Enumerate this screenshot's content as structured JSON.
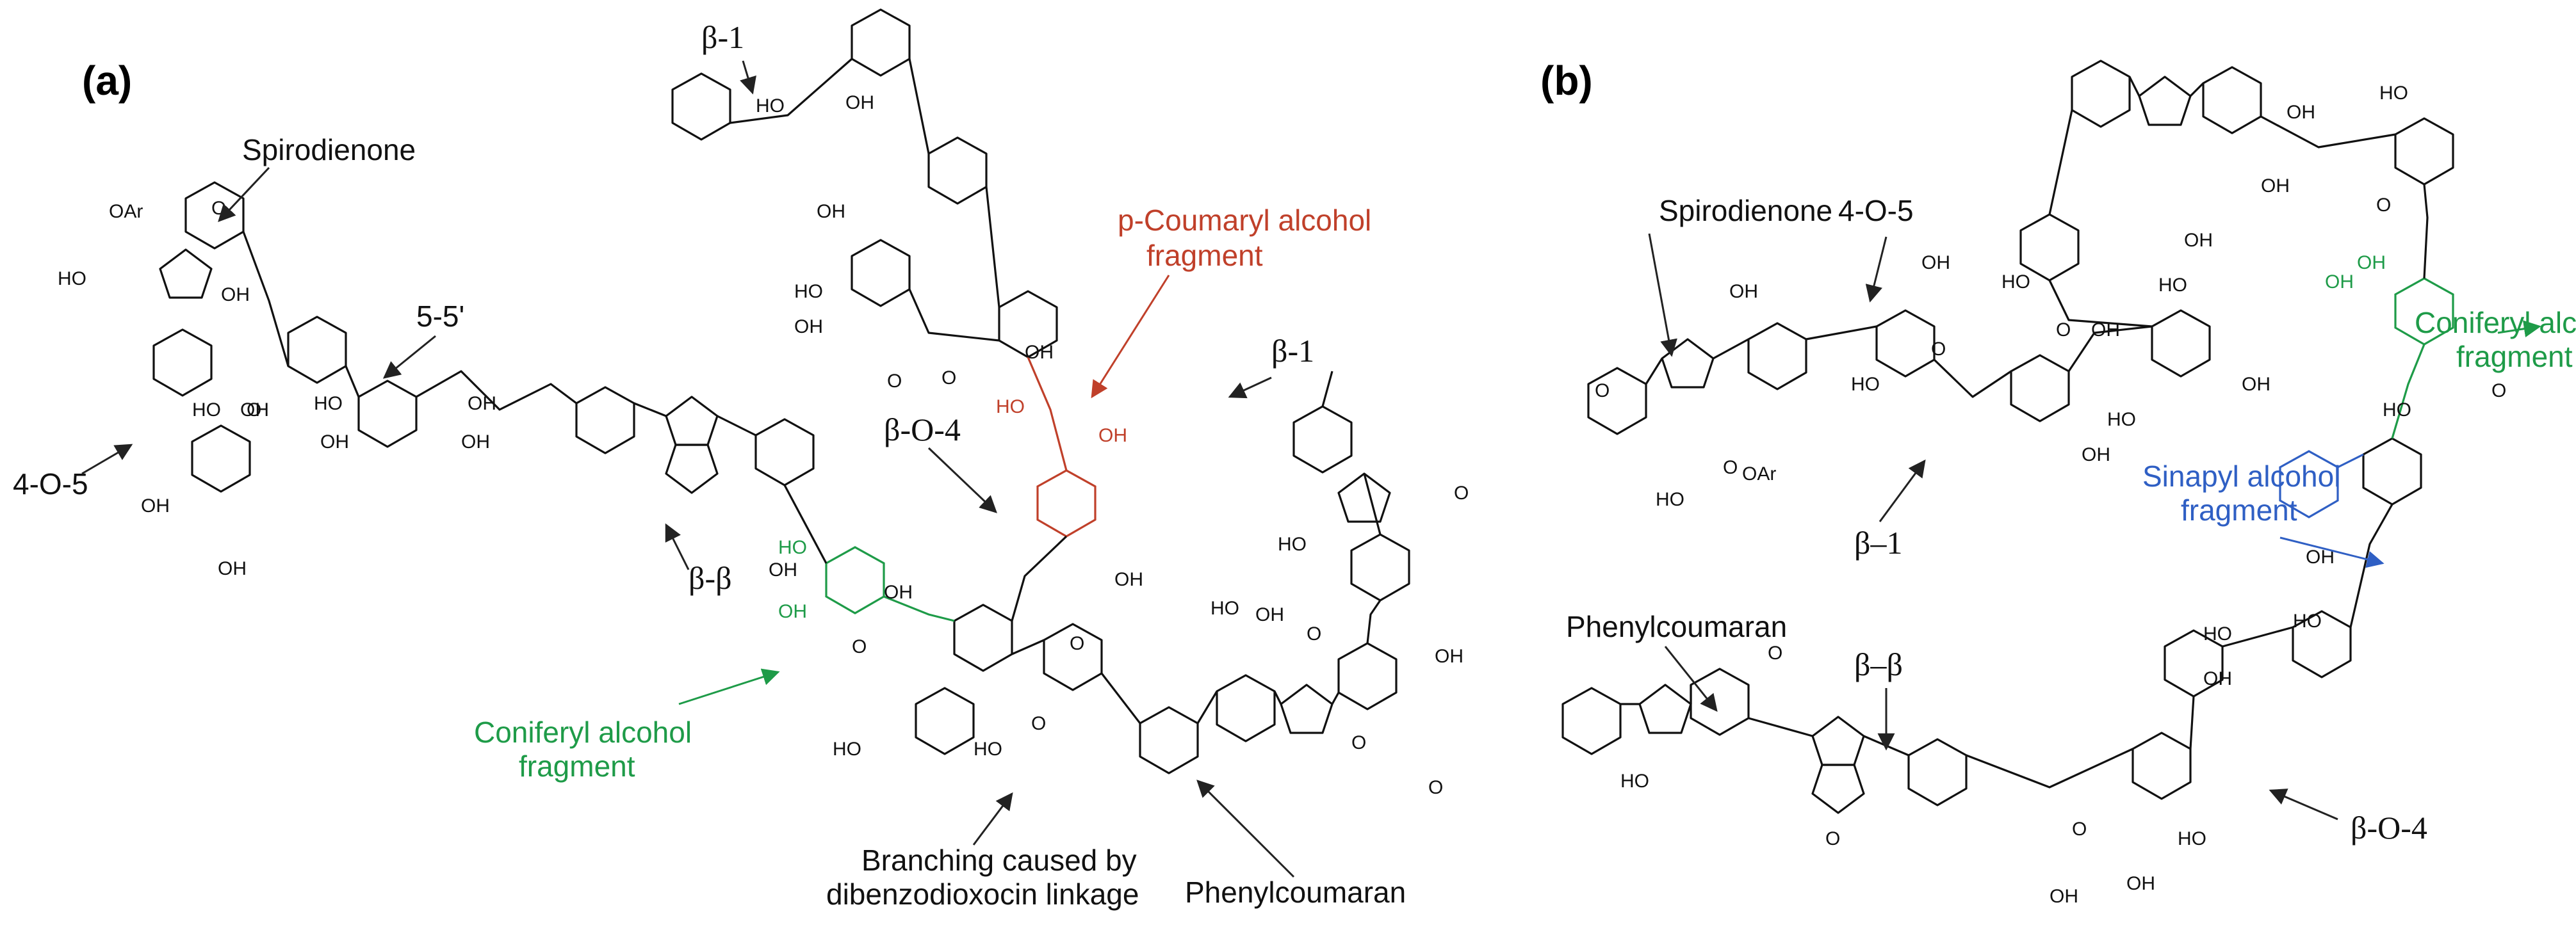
{
  "panel_a": {
    "label": "(a)",
    "labels": {
      "spirodienone": "Spirodienone",
      "five_five": "5-5'",
      "four_o_five": "4-O-5",
      "beta_beta": "β-β",
      "beta_one_top": "β-1",
      "beta_o_four": "β-O-4",
      "beta_one_right": "β-1",
      "p_coumaryl_line1": "p-Coumaryl alcohol",
      "p_coumaryl_line2": "fragment",
      "coniferyl_line1": "Coniferyl alcohol",
      "coniferyl_line2": "fragment",
      "branching_line1": "Branching caused by",
      "branching_line2": "dibenzodioxocin linkage",
      "phenylcoumaran": "Phenylcoumaran"
    }
  },
  "panel_b": {
    "label": "(b)",
    "labels": {
      "spirodienone": "Spirodienone",
      "four_o_five": "4-O-5",
      "beta_one": "β–1",
      "coniferyl_line1": "Coniferyl alcohol",
      "coniferyl_line2": "fragment",
      "sinapyl_line1": "Sinapyl alcohol",
      "sinapyl_line2": "fragment",
      "phenylcoumaran": "Phenylcoumaran",
      "beta_beta": "β–β",
      "beta_o_four": "β-O-4"
    }
  },
  "colors": {
    "coniferyl": "#1e9b48",
    "p_coumaryl": "#c0402a",
    "sinapyl": "#2f5fc4"
  }
}
